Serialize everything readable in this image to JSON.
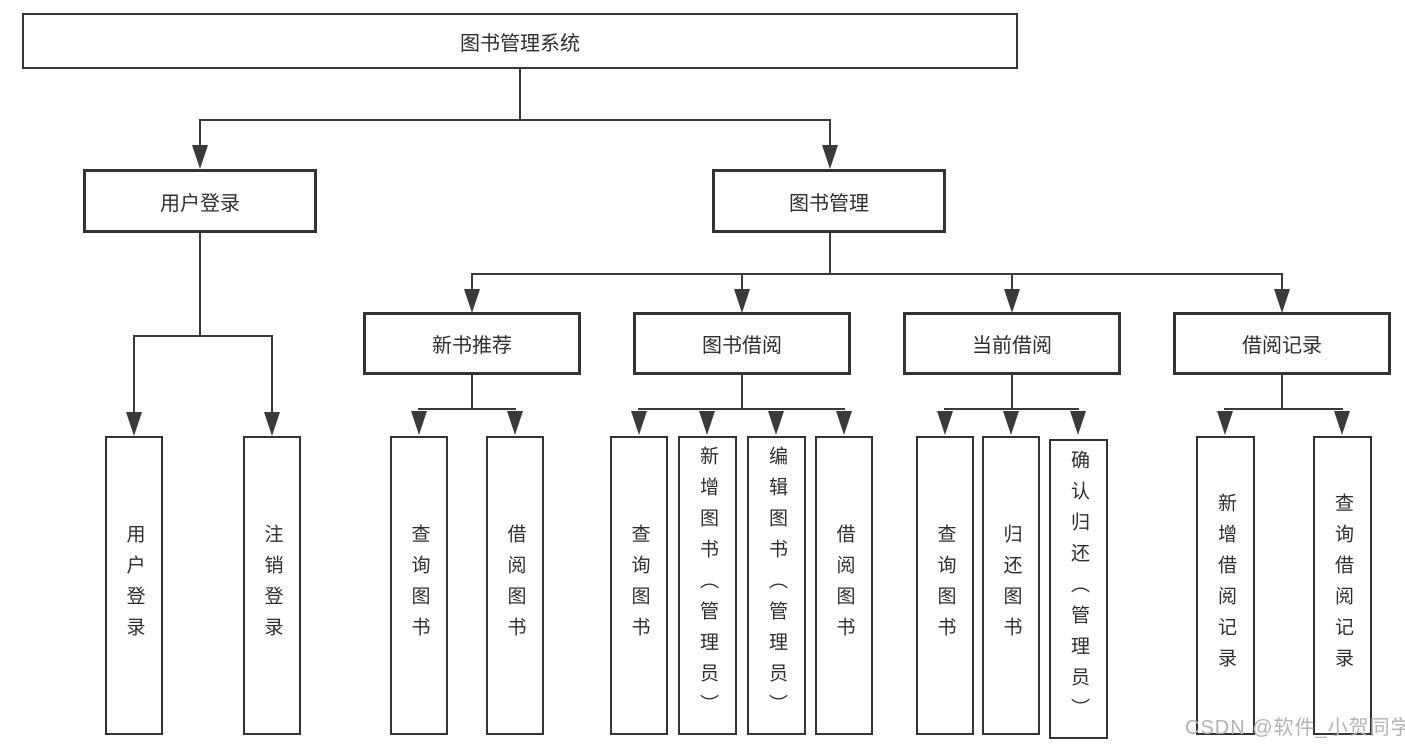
{
  "diagram_title": "图书管理系统",
  "tree": {
    "root": {
      "label": "图书管理系统"
    },
    "level2": [
      {
        "label": "用户登录",
        "parent": "图书管理系统"
      },
      {
        "label": "图书管理",
        "parent": "图书管理系统"
      }
    ],
    "level3": [
      {
        "label": "新书推荐",
        "parent": "图书管理"
      },
      {
        "label": "图书借阅",
        "parent": "图书管理"
      },
      {
        "label": "当前借阅",
        "parent": "图书管理"
      },
      {
        "label": "借阅记录",
        "parent": "图书管理"
      }
    ],
    "leaves": [
      {
        "label": "用户登录",
        "parent": "用户登录"
      },
      {
        "label": "注销登录",
        "parent": "用户登录"
      },
      {
        "label": "查询图书",
        "parent": "新书推荐"
      },
      {
        "label": "借阅图书",
        "parent": "新书推荐"
      },
      {
        "label": "查询图书",
        "parent": "图书借阅"
      },
      {
        "label": "新增图书（管理员）",
        "parent": "图书借阅"
      },
      {
        "label": "编辑图书（管理员）",
        "parent": "图书借阅"
      },
      {
        "label": "借阅图书",
        "parent": "图书借阅"
      },
      {
        "label": "查询图书",
        "parent": "当前借阅"
      },
      {
        "label": "归还图书",
        "parent": "当前借阅"
      },
      {
        "label": "确认归还（管理员）",
        "parent": "当前借阅"
      },
      {
        "label": "新增借阅记录",
        "parent": "借阅记录"
      },
      {
        "label": "查询借阅记录",
        "parent": "借阅记录"
      }
    ]
  },
  "watermark": {
    "text": "CSDN @软件_小贺同学"
  },
  "colors": {
    "line": "#3a3a3a",
    "box_border": "#333333",
    "text": "#2e2e2e",
    "watermark": "#b3b3b3",
    "background": "#ffffff"
  }
}
